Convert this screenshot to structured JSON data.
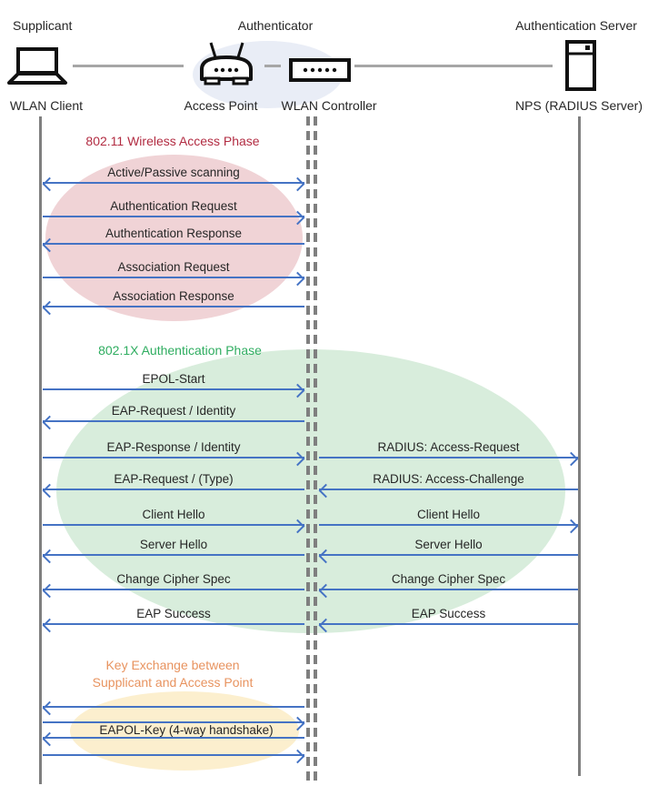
{
  "header": {
    "roles": {
      "supplicant": "Supplicant",
      "authenticator": "Authenticator",
      "auth_server": "Authentication Server"
    },
    "devices": {
      "wlan_client": "WLAN Client",
      "access_point": "Access Point",
      "wlan_controller": "WLAN Controller",
      "nps": "NPS (RADIUS Server)"
    }
  },
  "phases": {
    "p1_title": "802.11 Wireless Access Phase",
    "p2_title": "802.1X Authentication Phase",
    "p3_title_line1": "Key Exchange between",
    "p3_title_line2": "Supplicant and Access Point"
  },
  "messages": {
    "scanning": "Active/Passive scanning",
    "auth_request": "Authentication Request",
    "auth_response": "Authentication Response",
    "assoc_request": "Association Request",
    "assoc_response": "Association Response",
    "epol_start": "EPOL-Start",
    "eap_request_identity": "EAP-Request / Identity",
    "eap_response_identity": "EAP-Response / Identity",
    "radius_access_request": "RADIUS: Access-Request",
    "eap_request_type": "EAP-Request / (Type)",
    "radius_access_challenge": "RADIUS: Access-Challenge",
    "client_hello": "Client Hello",
    "server_hello": "Server Hello",
    "change_cipher_spec": "Change Cipher Spec",
    "eap_success": "EAP Success",
    "eapol_key": "EAPOL-Key (4-way handshake)"
  },
  "theme": {
    "arrow": "#4573C4",
    "lifeline": "#7F7F7F",
    "connector": "#A6A6A6",
    "ink": "#262626",
    "icon": "#111111",
    "p1_text": "#B22C42",
    "p1_fill": "#F0D3D6",
    "p2_text": "#2FAD60",
    "p2_fill": "#D8EDDC",
    "p3_text": "#E8935F",
    "p3_fill": "#FCEFCE",
    "hub_fill": "#E9EDF6"
  }
}
